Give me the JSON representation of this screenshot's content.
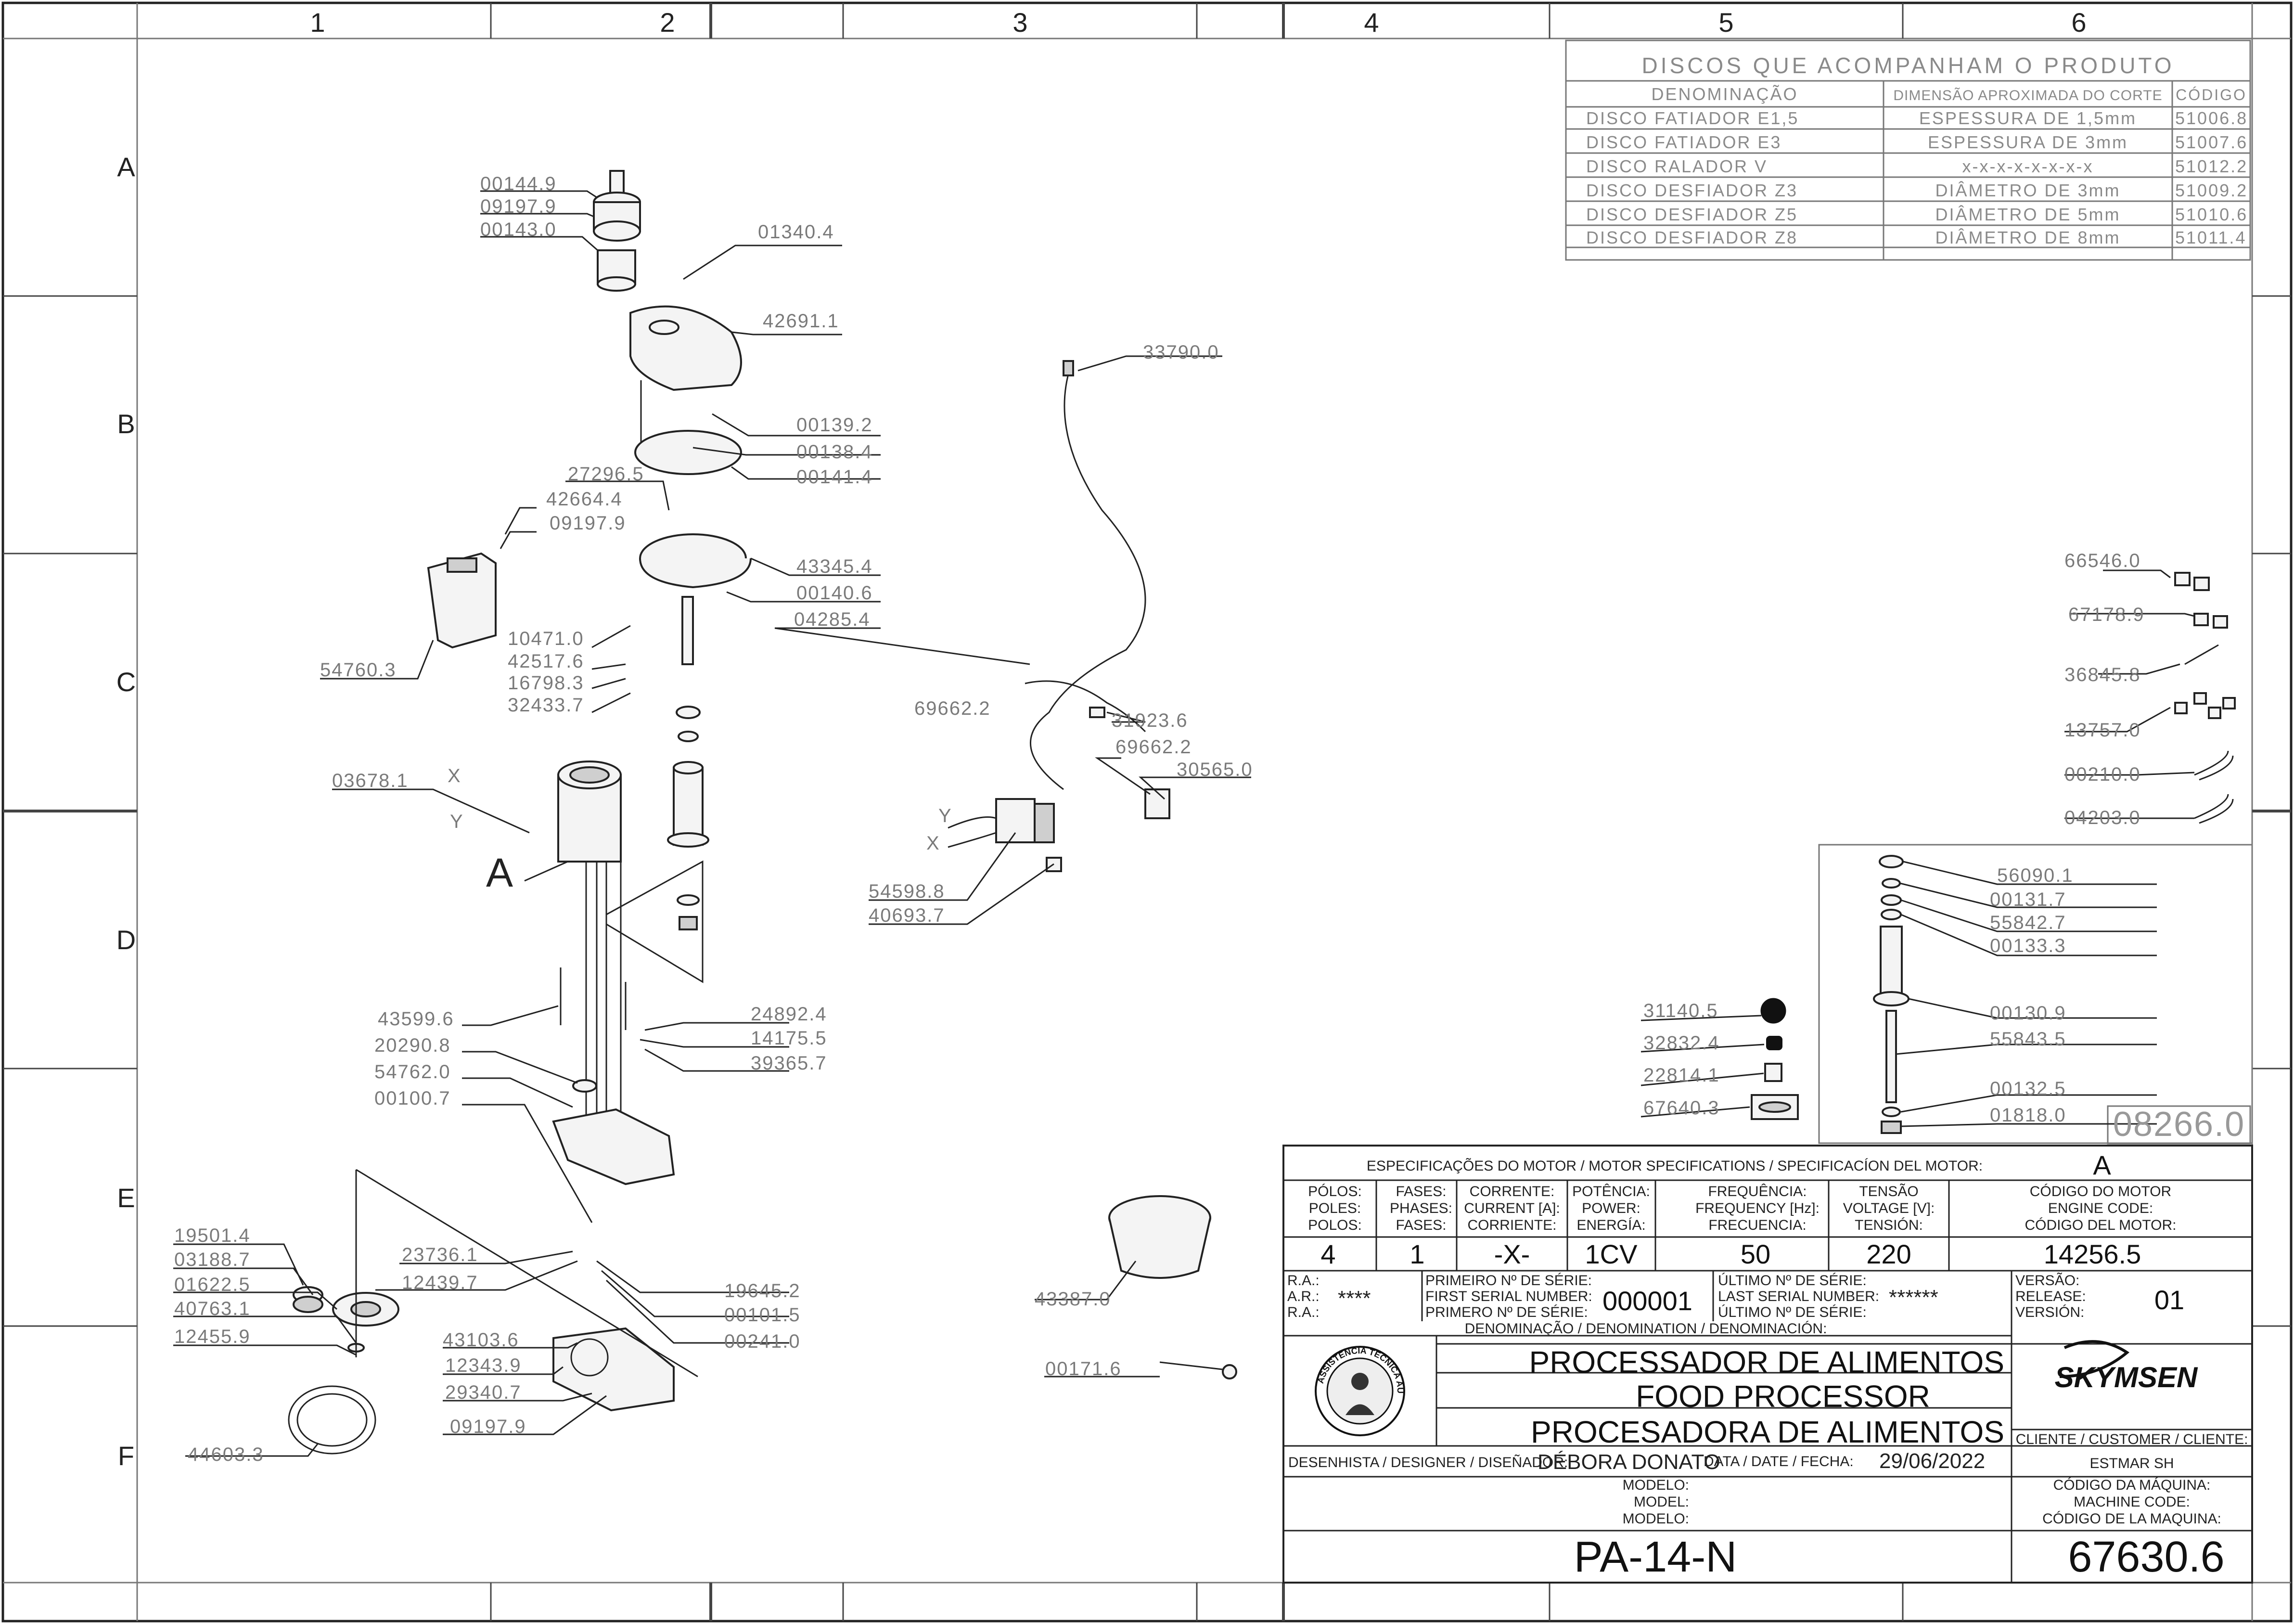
{
  "grid": {
    "columns": [
      "1",
      "2",
      "3",
      "4",
      "5",
      "6"
    ],
    "rows": [
      "A",
      "B",
      "C",
      "D",
      "E",
      "F"
    ]
  },
  "discs_table": {
    "title": "DISCOS QUE ACOMPANHAM O PRODUTO",
    "headers": [
      "DENOMINAÇÃO",
      "DIMENSÃO APROXIMADA DO CORTE",
      "CÓDIGO"
    ],
    "rows": [
      [
        "DISCO FATIADOR E1,5",
        "ESPESSURA DE 1,5mm",
        "51006.8"
      ],
      [
        "DISCO FATIADOR E3",
        "ESPESSURA DE 3mm",
        "51007.6"
      ],
      [
        "DISCO RALADOR V",
        "x-x-x-x-x-x-x-x",
        "51012.2"
      ],
      [
        "DISCO DESFIADOR Z3",
        "DIÂMETRO DE 3mm",
        "51009.2"
      ],
      [
        "DISCO DESFIADOR Z5",
        "DIÂMETRO DE 5mm",
        "51010.6"
      ],
      [
        "DISCO DESFIADOR Z8",
        "DIÂMETRO DE 8mm",
        "51011.4"
      ]
    ]
  },
  "parts": {
    "p00144_9": "00144.9",
    "p09197_9a": "09197.9",
    "p00143_0": "00143.0",
    "p01340_4": "01340.4",
    "p42691_1": "42691.1",
    "p00139_2": "00139.2",
    "p00138_4": "00138.4",
    "p00141_4": "00141.4",
    "p27296_5": "27296.5",
    "p42664_4": "42664.4",
    "p09197_9b": "09197.9",
    "p43345_4": "43345.4",
    "p00140_6": "00140.6",
    "p04285_4": "04285.4",
    "p10471_0": "10471.0",
    "p42517_6": "42517.6",
    "p16798_3": "16798.3",
    "p32433_7": "32433.7",
    "p54760_3": "54760.3",
    "p33790_0": "33790.0",
    "p69662_2a": "69662.2",
    "p31923_6": "31923.6",
    "p69662_2b": "69662.2",
    "p30565_0": "30565.0",
    "p03678_1": "03678.1",
    "label_x1": "X",
    "label_y1": "Y",
    "label_a": "A",
    "label_y2": "Y",
    "label_x2": "X",
    "p54598_8": "54598.8",
    "p40693_7": "40693.7",
    "p43599_6": "43599.6",
    "p20290_8": "20290.8",
    "p54762_0": "54762.0",
    "p00100_7": "00100.7",
    "p24892_4": "24892.4",
    "p14175_5": "14175.5",
    "p39365_7": "39365.7",
    "p19501_4": "19501.4",
    "p03188_7": "03188.7",
    "p01622_5": "01622.5",
    "p40763_1": "40763.1",
    "p12455_9": "12455.9",
    "p44603_3": "44603.3",
    "p23736_1": "23736.1",
    "p12439_7": "12439.7",
    "p19645_2": "19645.2",
    "p00101_5": "00101.5",
    "p00241_0": "00241.0",
    "p43103_6": "43103.6",
    "p12343_9": "12343.9",
    "p29340_7": "29340.7",
    "p09197_9c": "09197.9",
    "p43387_0": "43387.0",
    "p00171_6": "00171.6",
    "p66546_0": "66546.0",
    "p67178_9": "67178.9",
    "p36845_8": "36845.8",
    "p13757_0": "13757.0",
    "p00210_0": "00210.0",
    "p04203_0": "04203.0",
    "p56090_1": "56090.1",
    "p00131_7": "00131.7",
    "p55842_7": "55842.7",
    "p00133_3": "00133.3",
    "p00130_9": "00130.9",
    "p55843_5": "55843.5",
    "p00132_5": "00132.5",
    "p01818_0": "01818.0",
    "p31140_5": "31140.5",
    "p32832_4": "32832.4",
    "p22814_1": "22814.1",
    "p67640_3": "67640.3",
    "assembly_code": "08266.0"
  },
  "title_block": {
    "motor_spec_header": "ESPECIFICAÇÕES DO MOTOR / MOTOR SPECIFICATIONS / SPECIFICACÍON DEL MOTOR:",
    "motor_letter": "A",
    "col_heads": [
      [
        "PÓLOS:",
        "POLES:",
        "POLOS:"
      ],
      [
        "FASES:",
        "PHASES:",
        "FASES:"
      ],
      [
        "CORRENTE:",
        "CURRENT [A]:",
        "CORRIENTE:"
      ],
      [
        "POTÊNCIA:",
        "POWER:",
        "ENERGÍA:"
      ],
      [
        "FREQUÊNCIA:",
        "FREQUENCY [Hz]:",
        "FRECUENCIA:"
      ],
      [
        "TENSÃO",
        "VOLTAGE [V]:",
        "TENSIÓN:"
      ],
      [
        "CÓDIGO DO MOTOR",
        "ENGINE CODE:",
        "CÓDIGO DEL MOTOR:"
      ]
    ],
    "values": [
      "4",
      "1",
      "-X-",
      "1CV",
      "50",
      "220",
      "14256.5"
    ],
    "ra_labels": [
      "R.A.:",
      "A.R.:",
      "R.A.:"
    ],
    "ra_value": "****",
    "first_serial_labels": [
      "PRIMEIRO Nº DE SÉRIE:",
      "FIRST SERIAL NUMBER:",
      "PRIMERO Nº DE SÉRIE:"
    ],
    "first_serial": "000001",
    "last_serial_labels": [
      "ÚLTIMO Nº DE SÉRIE:",
      "LAST SERIAL NUMBER:",
      "ÚLTIMO Nº DE SÉRIE:"
    ],
    "last_serial": "******",
    "version_labels": [
      "VERSÃO:",
      "RELEASE:",
      "VERSIÓN:"
    ],
    "version": "01",
    "denomination_header": "DENOMINAÇÃO / DENOMINATION / DENOMINACIÓN:",
    "name_pt": "PROCESSADOR DE ALIMENTOS",
    "name_en": "FOOD PROCESSOR",
    "name_es": "PROCESADORA DE ALIMENTOS",
    "seal_text": "ASSISTÊNCIA TÉCNICA AUTORIZADA",
    "brand": "SKYMSEN",
    "client_label": "CLIENTE / CUSTOMER / CLIENTE:",
    "client": "ESTMAR SH",
    "designer_label": "DESENHISTA / DESIGNER / DISEÑADOR:",
    "designer": "DÉBORA DONATO",
    "date_label": "DATA / DATE / FECHA:",
    "date": "29/06/2022",
    "model_labels": [
      "MODELO:",
      "MODEL:",
      "MODELO:"
    ],
    "model": "PA-14-N",
    "machine_code_labels": [
      "CÓDIGO DA MÁQUINA:",
      "MACHINE CODE:",
      "CÓDIGO DE LA MAQUINA:"
    ],
    "machine_code": "67630.6"
  }
}
